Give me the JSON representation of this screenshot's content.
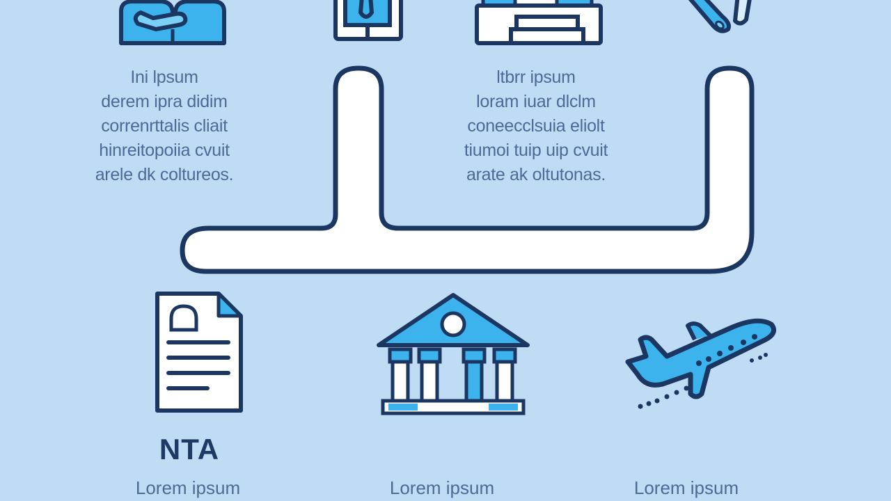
{
  "colors": {
    "background": "#c0dcf5",
    "outline": "#1b3660",
    "accent": "#3db3ee",
    "fill_white": "#ffffff",
    "text": "#4c6a95",
    "heading": "#1e3a64"
  },
  "top_row": {
    "items": [
      {
        "icon": "handshake-icon",
        "partially_visible": true
      },
      {
        "icon": "tablet-icon",
        "partially_visible": true
      },
      {
        "icon": "building-icon",
        "partially_visible": true
      },
      {
        "icon": "airplane-icon",
        "partially_visible": true
      }
    ]
  },
  "text_blocks": {
    "left": {
      "lines": [
        "Ini lpsum",
        "derem ipra didim",
        "correnrttalis cliait",
        "hinreitopoiia cvuit",
        "arele dk coltureos."
      ]
    },
    "right": {
      "lines": [
        "ltbrr ipsum",
        "loram iuar dlclm",
        "coneecclsuia eliolt",
        "tiumoi tuip uip cvuit",
        "arate ak oltutonas."
      ]
    }
  },
  "connector": {
    "shape": "rounded-bracket-path"
  },
  "bottom_row": {
    "items": [
      {
        "icon": "document-icon",
        "heading": "NTA",
        "caption": "Lorem ipsum"
      },
      {
        "icon": "bank-icon",
        "heading": "",
        "caption": "Lorem ipsum"
      },
      {
        "icon": "airplane-takeoff-icon",
        "heading": "",
        "caption": "Lorem ipsum"
      }
    ]
  }
}
